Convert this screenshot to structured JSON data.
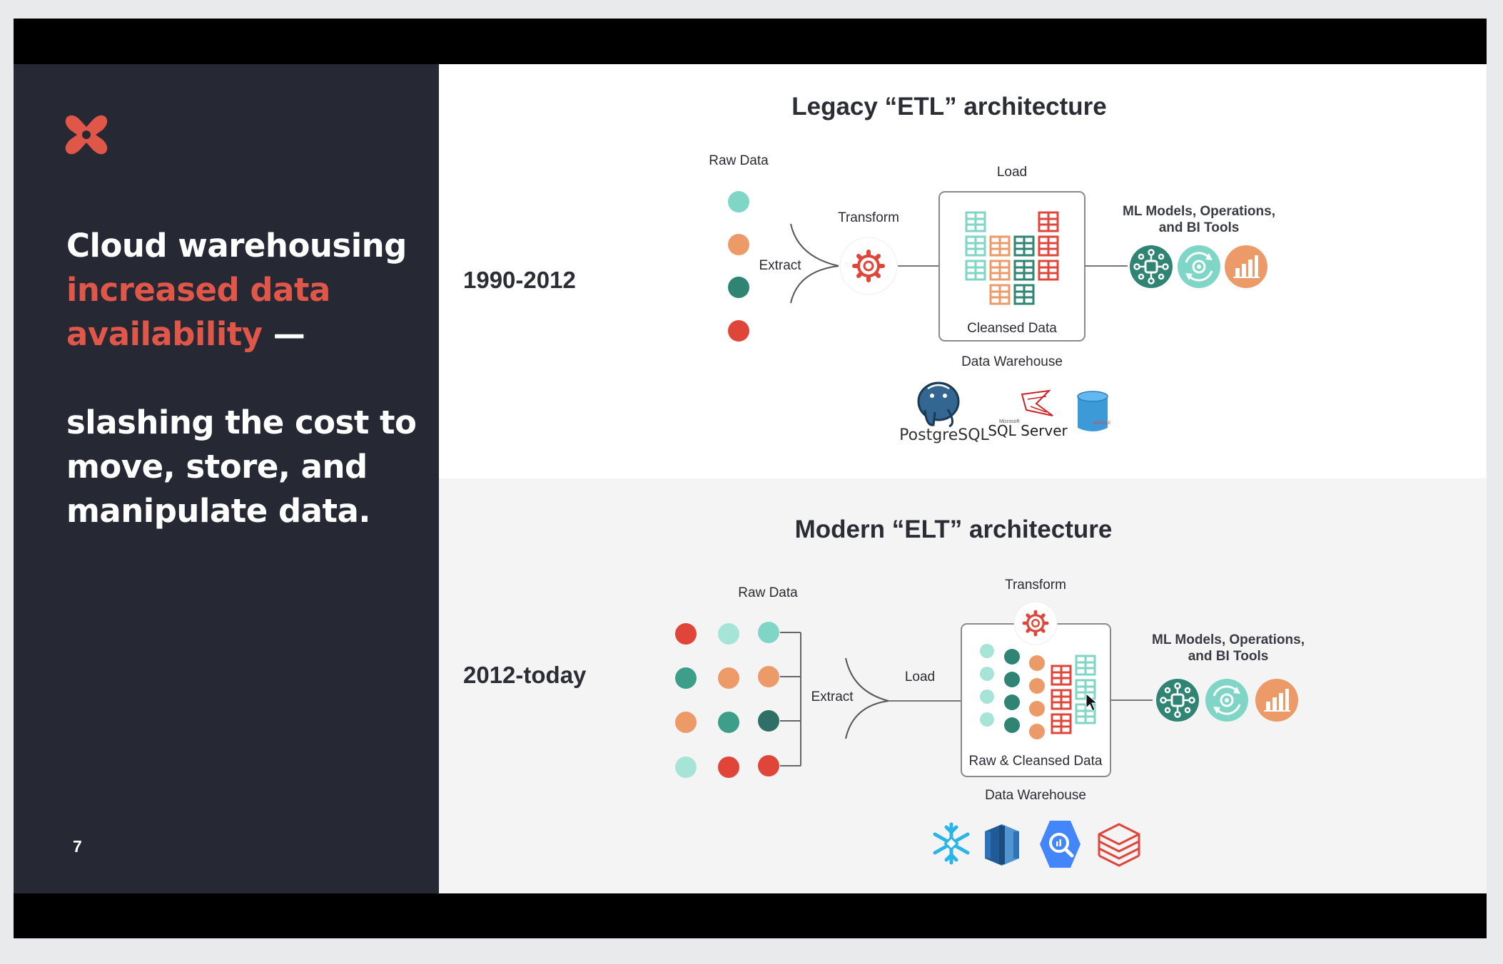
{
  "slide": {
    "headline_part1": "Cloud warehousing ",
    "headline_accent": "increased data availability",
    "headline_dash": " —",
    "subhead": "slashing the cost to move, store, and manipulate data.",
    "page_number": "7"
  },
  "colors": {
    "accent": "#e0574a",
    "teal_light": "#7fd6c6",
    "teal_dark": "#2f8474",
    "orange": "#eb9a68",
    "red": "#e0453a",
    "panel_dark": "#262834"
  },
  "legacy": {
    "title": "Legacy “ETL” architecture",
    "era": "1990-2012",
    "raw_data_label": "Raw Data",
    "extract_label": "Extract",
    "transform_label": "Transform",
    "load_label": "Load",
    "cleansed_label": "Cleansed Data",
    "warehouse_label": "Data Warehouse",
    "tools_line1": "ML Models, Operations,",
    "tools_line2": "and BI Tools",
    "logo_postgres": "PostgreSQL",
    "logo_sqlserver_small": "Microsoft",
    "logo_sqlserver": "SQL Server",
    "logo_oracle": "ORACLE"
  },
  "modern": {
    "title": "Modern “ELT” architecture",
    "era": "2012-today",
    "raw_data_label": "Raw Data",
    "extract_label": "Extract",
    "load_label": "Load",
    "transform_label": "Transform",
    "raw_cleansed_label": "Raw & Cleansed Data",
    "warehouse_label": "Data Warehouse",
    "tools_line1": "ML Models, Operations,",
    "tools_line2": "and BI Tools"
  },
  "icons": {
    "tool_icons": [
      "network-icon",
      "refresh-gear-icon",
      "bar-chart-icon"
    ],
    "modern_warehouse_icons": [
      "snowflake-icon",
      "redshift-icon",
      "bigquery-icon",
      "databricks-icon"
    ]
  }
}
